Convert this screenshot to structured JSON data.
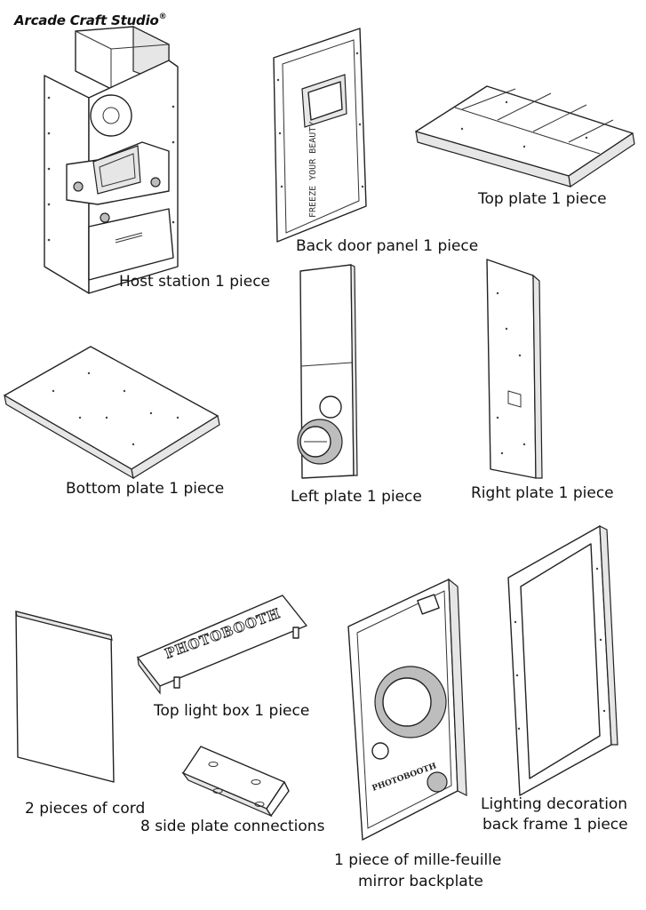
{
  "brand": {
    "logo_text": "Arcade Craft Studio",
    "trademark": "®"
  },
  "parts": {
    "host_station": "Host station 1 piece",
    "back_door_panel": "Back door panel 1 piece",
    "top_plate": "Top plate 1 piece",
    "bottom_plate": "Bottom plate 1 piece",
    "left_plate": "Left plate 1 piece",
    "right_plate": "Right plate 1 piece",
    "cord": "2 pieces of cord",
    "top_light_box": "Top light box 1 piece",
    "side_plate_connections": "8 side plate connections",
    "mirror_backplate_line1": "1 piece of mille-feuille",
    "mirror_backplate_line2": "mirror backplate",
    "lighting_frame_line1": "Lighting decoration",
    "lighting_frame_line2": "back frame 1 piece"
  },
  "engravings": {
    "back_door": "FREEZE YOUR BEAUTY",
    "light_box": "PHOTOBOOTH",
    "mirror_logo": "PHOTOBOOTH"
  }
}
